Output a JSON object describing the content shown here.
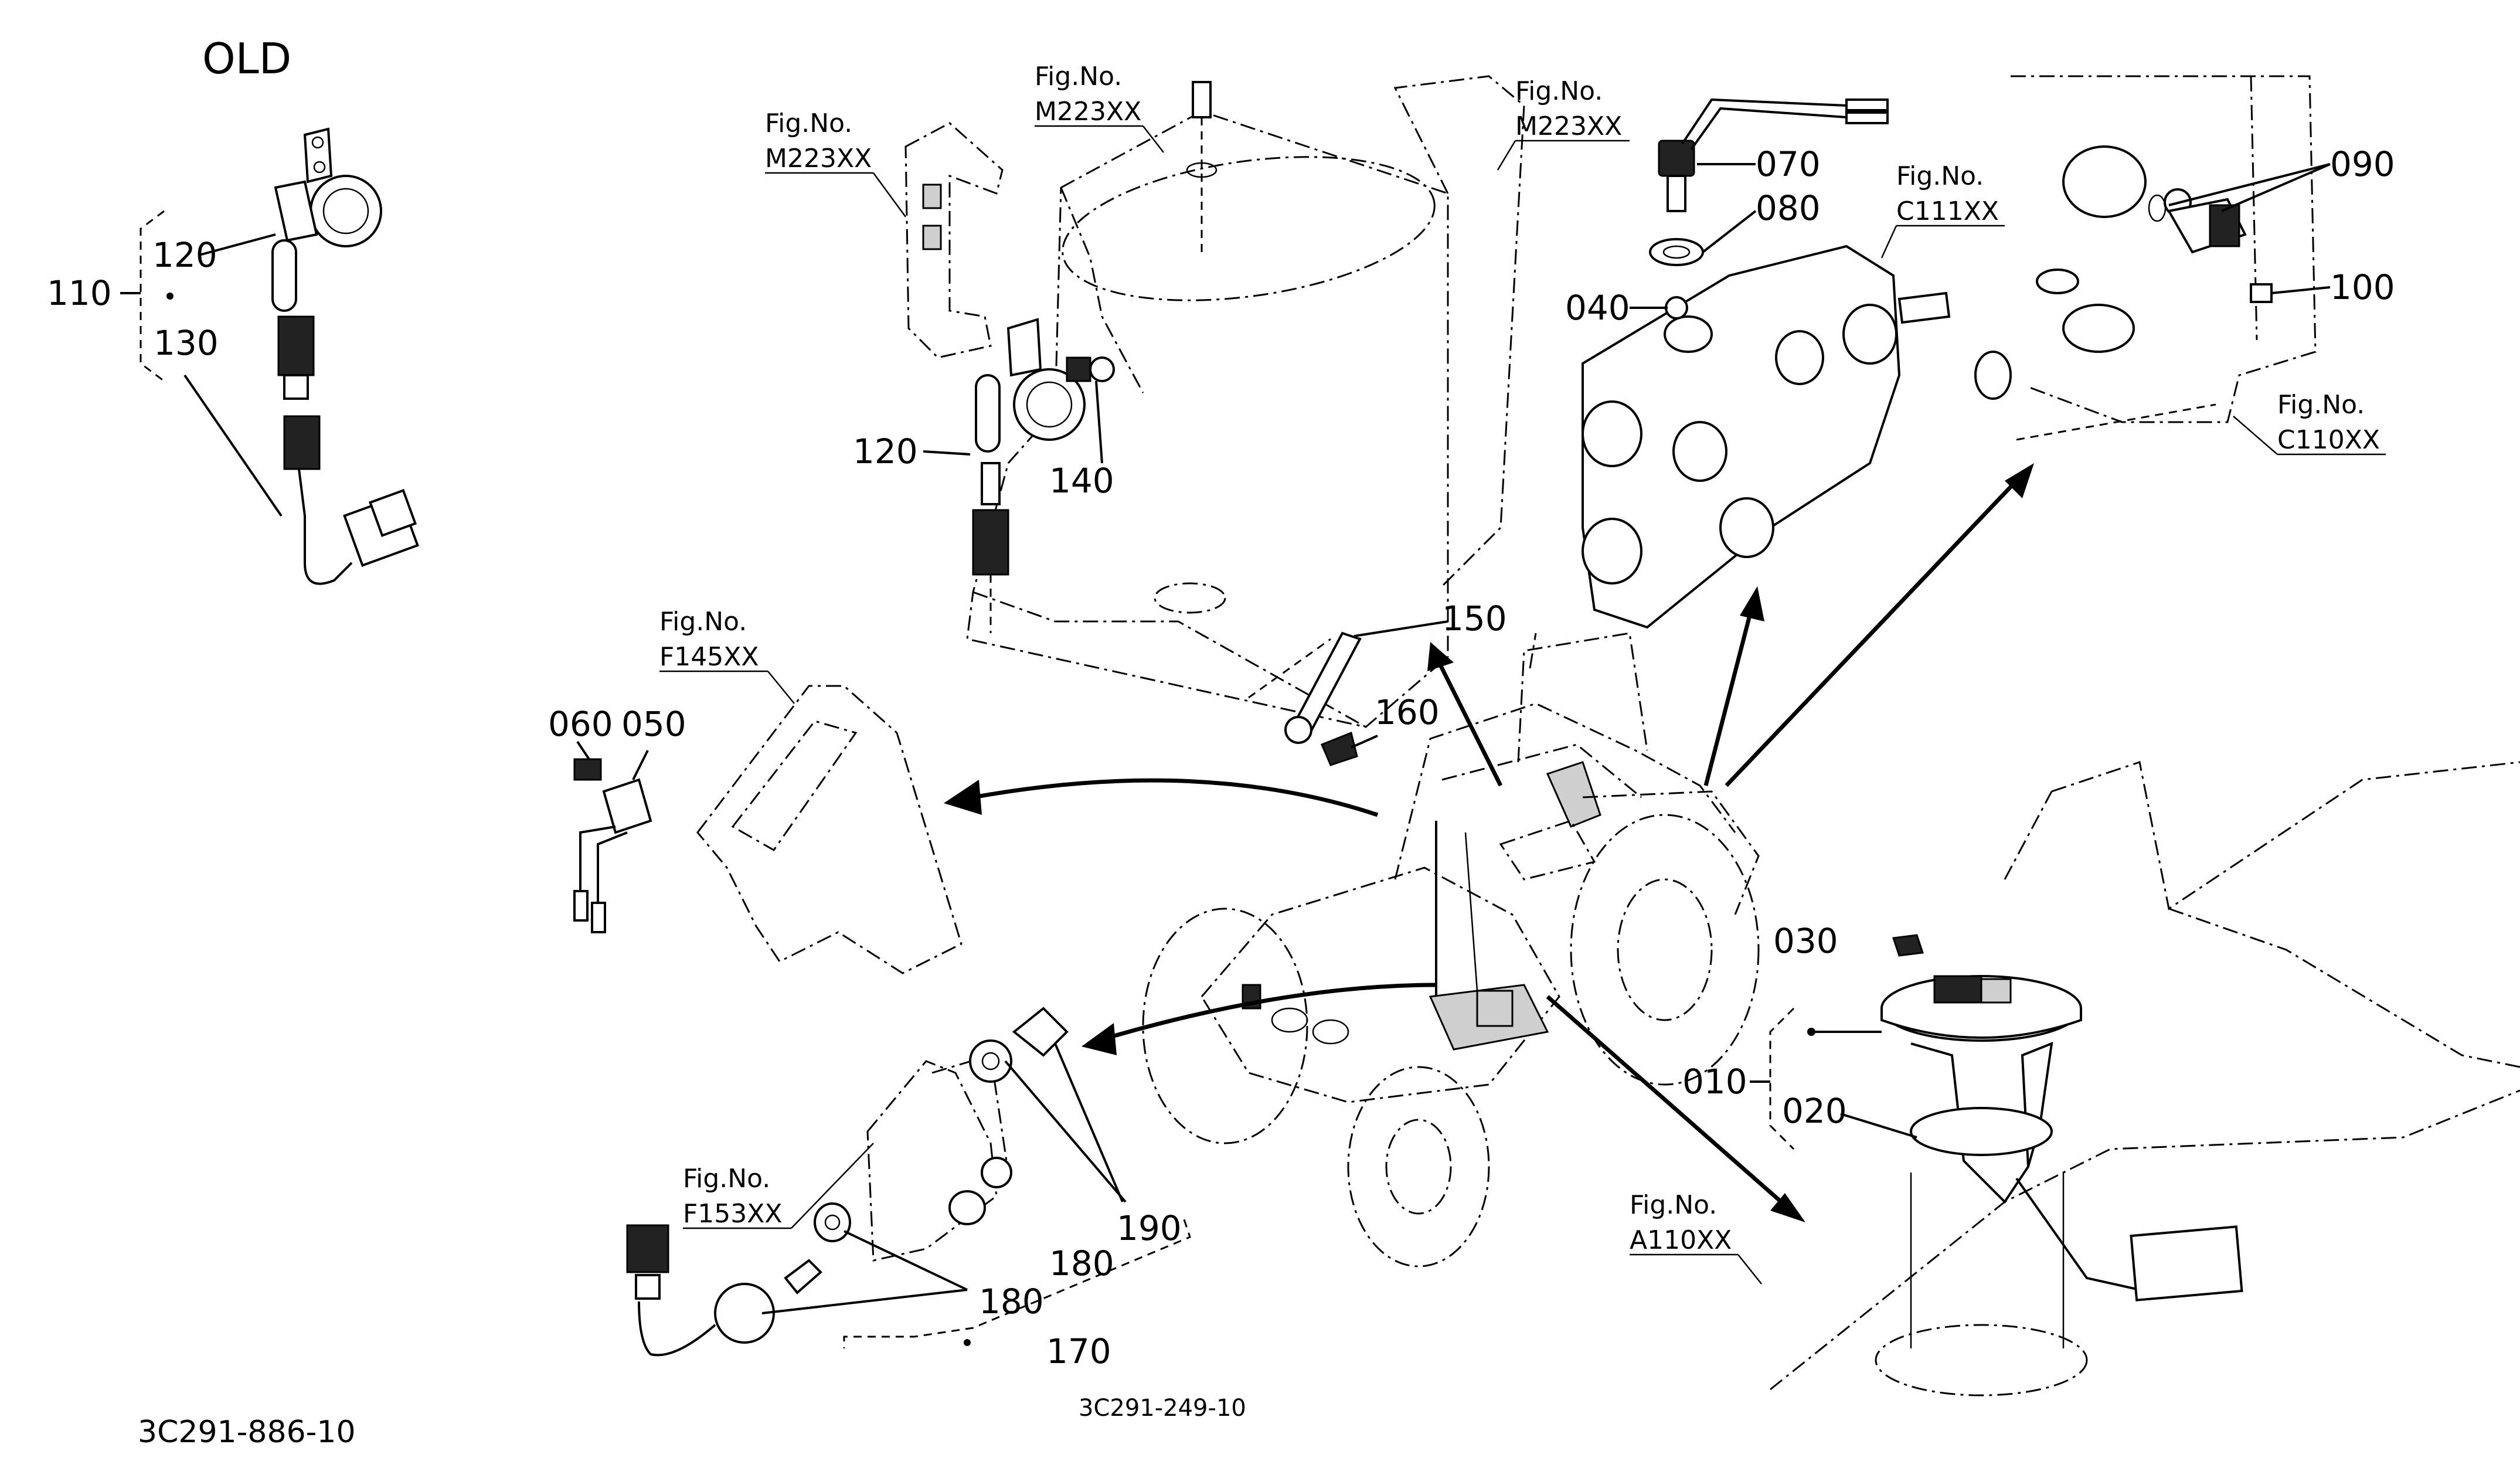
{
  "header": {
    "old_label": "OLD"
  },
  "part_numbers": {
    "p010": "010",
    "p020": "020",
    "p030": "030",
    "p040": "040",
    "p050": "050",
    "p060": "060",
    "p070": "070",
    "p080": "080",
    "p090": "090",
    "p100": "100",
    "p110": "110",
    "p120_old": "120",
    "p130": "130",
    "p120": "120",
    "p140": "140",
    "p150": "150",
    "p160": "160",
    "p170": "170",
    "p180a": "180",
    "p180b": "180",
    "p190": "190"
  },
  "figure_refs": {
    "caption": "Fig.No.",
    "m223_left": "M223XX",
    "m223_mid": "M223XX",
    "m223_right": "M223XX",
    "c111": "C111XX",
    "c110": "C110XX",
    "f145": "F145XX",
    "f153": "F153XX",
    "a110": "A110XX"
  },
  "drawing_codes": {
    "old_code": "3C291-886-10",
    "main_code": "3C291-249-10"
  }
}
